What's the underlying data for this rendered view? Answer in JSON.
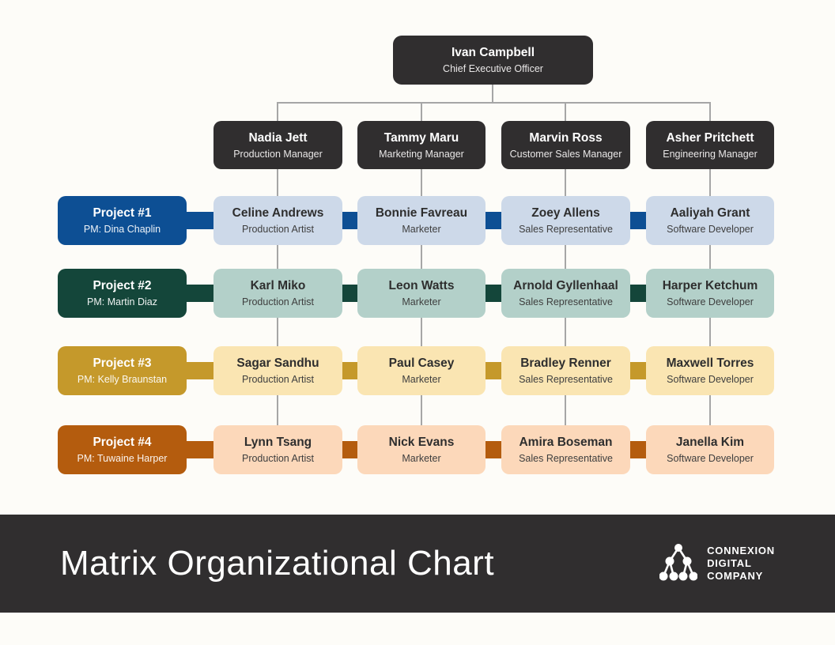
{
  "colors": {
    "background": "#fdfcf8",
    "dark_box": "#302e2f",
    "connector_gray": "#a6a6a6",
    "rows": [
      {
        "solid": "#0d4f94",
        "light": "#cdd9e9"
      },
      {
        "solid": "#14463a",
        "light": "#b3d0c9"
      },
      {
        "solid": "#c5992b",
        "light": "#fae5b2"
      },
      {
        "solid": "#b45c0e",
        "light": "#fcd8ba"
      }
    ]
  },
  "ceo": {
    "name": "Ivan Campbell",
    "title": "Chief Executive Officer"
  },
  "managers": [
    {
      "name": "Nadia Jett",
      "title": "Production Manager"
    },
    {
      "name": "Tammy Maru",
      "title": "Marketing Manager"
    },
    {
      "name": "Marvin Ross",
      "title": "Customer Sales Manager"
    },
    {
      "name": "Asher Pritchett",
      "title": "Engineering Manager"
    }
  ],
  "projects": [
    {
      "label": "Project #1",
      "pm": "PM: Dina Chaplin",
      "members": [
        {
          "name": "Celine Andrews",
          "role": "Production Artist"
        },
        {
          "name": "Bonnie Favreau",
          "role": "Marketer"
        },
        {
          "name": "Zoey Allens",
          "role": "Sales Representative"
        },
        {
          "name": "Aaliyah Grant",
          "role": "Software Developer"
        }
      ]
    },
    {
      "label": "Project #2",
      "pm": "PM: Martin Diaz",
      "members": [
        {
          "name": "Karl Miko",
          "role": "Production Artist"
        },
        {
          "name": "Leon Watts",
          "role": "Marketer"
        },
        {
          "name": "Arnold Gyllenhaal",
          "role": "Sales Representative"
        },
        {
          "name": "Harper Ketchum",
          "role": "Software Developer"
        }
      ]
    },
    {
      "label": "Project #3",
      "pm": "PM: Kelly Braunstan",
      "members": [
        {
          "name": "Sagar Sandhu",
          "role": "Production Artist"
        },
        {
          "name": "Paul Casey",
          "role": "Marketer"
        },
        {
          "name": "Bradley Renner",
          "role": "Sales Representative"
        },
        {
          "name": "Maxwell Torres",
          "role": "Software Developer"
        }
      ]
    },
    {
      "label": "Project #4",
      "pm": "PM: Tuwaine Harper",
      "members": [
        {
          "name": "Lynn Tsang",
          "role": "Production Artist"
        },
        {
          "name": "Nick Evans",
          "role": "Marketer"
        },
        {
          "name": "Amira Boseman",
          "role": "Sales Representative"
        },
        {
          "name": "Janella Kim",
          "role": "Software Developer"
        }
      ]
    }
  ],
  "footer": {
    "title": "Matrix Organizational Chart",
    "logo": {
      "lines": [
        "CONNEXION",
        "DIGITAL",
        "COMPANY"
      ]
    }
  }
}
